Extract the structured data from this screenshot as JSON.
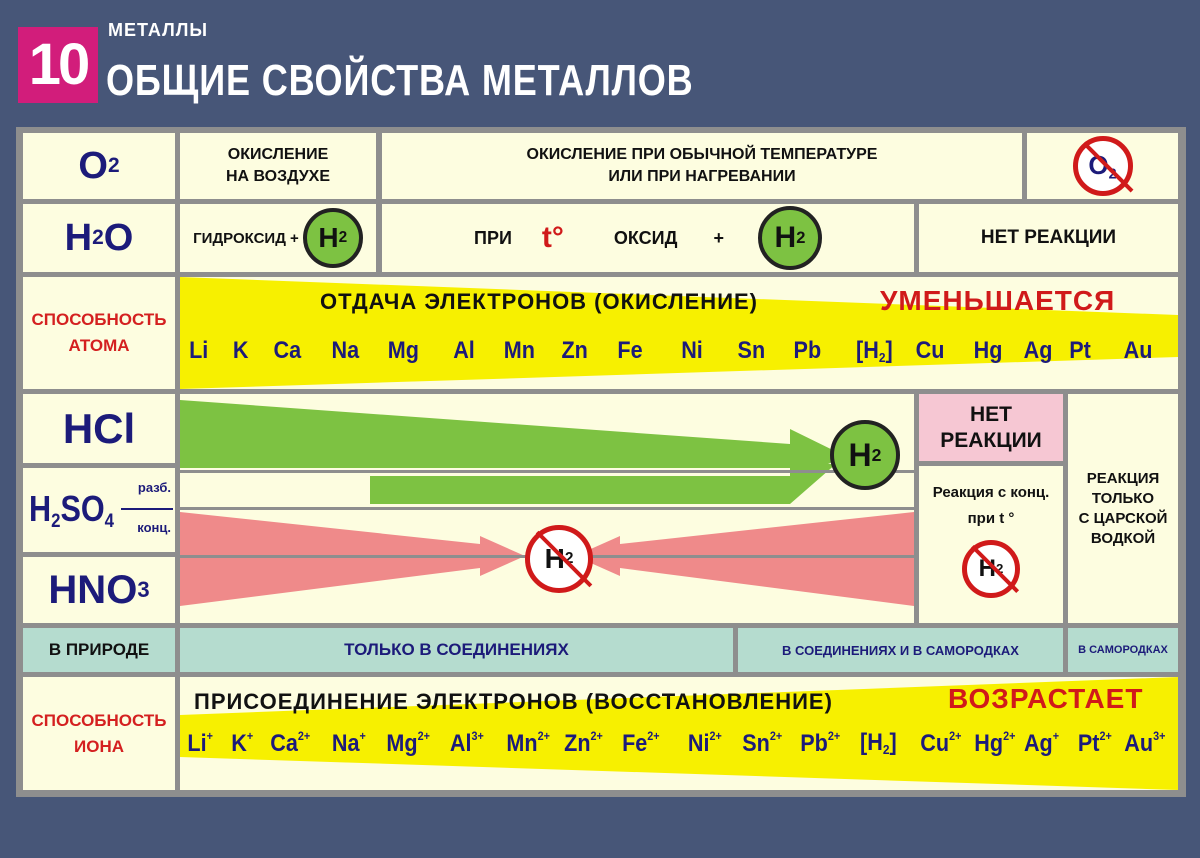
{
  "header": {
    "number": "10",
    "subtitle": "МЕТАЛЛЫ",
    "title": "ОБЩИЕ СВОЙСТВА МЕТАЛЛОВ"
  },
  "rows": {
    "o2": {
      "label": "O",
      "label_sub": "2",
      "c1_line1": "ОКИСЛЕНИЕ",
      "c1_line2": "НА ВОЗДУХЕ",
      "c2_line1": "ОКИСЛЕНИЕ ПРИ ОБЫЧНОЙ ТЕМПЕРАТУРЕ",
      "c2_line2": "ИЛИ ПРИ НАГРЕВАНИИ",
      "c3_symbol": "O",
      "c3_symbol_sub": "2"
    },
    "h2o": {
      "label_a": "H",
      "label_sub": "2",
      "label_b": "O",
      "c1_text": "ГИДРОКСИД +",
      "c2_pri": "ПРИ",
      "c2_t": "t°",
      "c2_oxide": "ОКСИД",
      "c2_plus": "+",
      "c3_text": "НЕТ РЕАКЦИИ"
    },
    "atom": {
      "label_line1": "СПОСОБНОСТЬ",
      "label_line2": "АТОМА",
      "band_text": "ОТДАЧА ЭЛЕКТРОНОВ (ОКИСЛЕНИЕ)",
      "band_trend": "УМЕНЬШАЕТСЯ",
      "metals": [
        "Li",
        "K",
        "Ca",
        "Na",
        "Mg",
        "Al",
        "Mn",
        "Zn",
        "Fe",
        "Ni",
        "Sn",
        "Pb",
        "[H",
        "Cu",
        "Hg",
        "Ag",
        "Pt",
        "Au"
      ]
    },
    "acids": {
      "hcl": "HCl",
      "h2so4_a": "H",
      "h2so4_sub1": "2",
      "h2so4_b": "SO",
      "h2so4_sub2": "4",
      "h2so4_dil": "разб.",
      "h2so4_conc": "конц.",
      "hno3_a": "HNO",
      "hno3_sub": "3",
      "no_reaction_line1": "НЕТ",
      "no_reaction_line2": "РЕАКЦИИ",
      "conc_line1": "Реакция с конц.",
      "conc_line2": "при t °",
      "aqua_line1": "РЕАКЦИЯ",
      "aqua_line2": "ТОЛЬКО",
      "aqua_line3": "С ЦАРСКОЙ",
      "aqua_line4": "ВОДКОЙ"
    },
    "nature": {
      "label": "В ПРИРОДЕ",
      "c1": "ТОЛЬКО В СОЕДИНЕНИЯХ",
      "c2": "В СОЕДИНЕНИЯХ  И В САМОРОДКАХ",
      "c3": "В САМОРОДКАХ"
    },
    "ion": {
      "label_line1": "СПОСОБНОСТЬ",
      "label_line2": "ИОНА",
      "band_text": "ПРИСОЕДИНЕНИЕ ЭЛЕКТРОНОВ (ВОССТАНОВЛЕНИЕ)",
      "band_trend": "ВОЗРАСТАЕТ",
      "ions": [
        {
          "s": "Li",
          "c": "+"
        },
        {
          "s": "K",
          "c": "+"
        },
        {
          "s": "Ca",
          "c": "2+"
        },
        {
          "s": "Na",
          "c": "+"
        },
        {
          "s": "Mg",
          "c": "2+"
        },
        {
          "s": "Al",
          "c": "3+"
        },
        {
          "s": "Mn",
          "c": "2+"
        },
        {
          "s": "Zn",
          "c": "2+"
        },
        {
          "s": "Fe",
          "c": "2+"
        },
        {
          "s": "Ni",
          "c": "2+"
        },
        {
          "s": "Sn",
          "c": "2+"
        },
        {
          "s": "Pb",
          "c": "2+"
        },
        {
          "s": "[H",
          "c": ""
        },
        {
          "s": "Cu",
          "c": "2+"
        },
        {
          "s": "Hg",
          "c": "2+"
        },
        {
          "s": "Ag",
          "c": "+"
        },
        {
          "s": "Pt",
          "c": "2+"
        },
        {
          "s": "Au",
          "c": "3+"
        }
      ]
    }
  },
  "h2_badge": {
    "a": "H",
    "sub": "2"
  },
  "h2_bracket": {
    "sub": "2",
    "close": "]"
  },
  "colors": {
    "background": "#475678",
    "grid": "#8e8e8e",
    "cell": "#fdfde0",
    "accent_pink": "#d21d7b",
    "band_yellow": "#f7f000",
    "arrow_green": "#7dc242",
    "arrow_pink": "#ef8a8a",
    "nature_teal": "#b5dccf",
    "no_reaction_pink": "#f6c7d3",
    "navy_text": "#1c1b7a",
    "red_text": "#d01a1a"
  }
}
